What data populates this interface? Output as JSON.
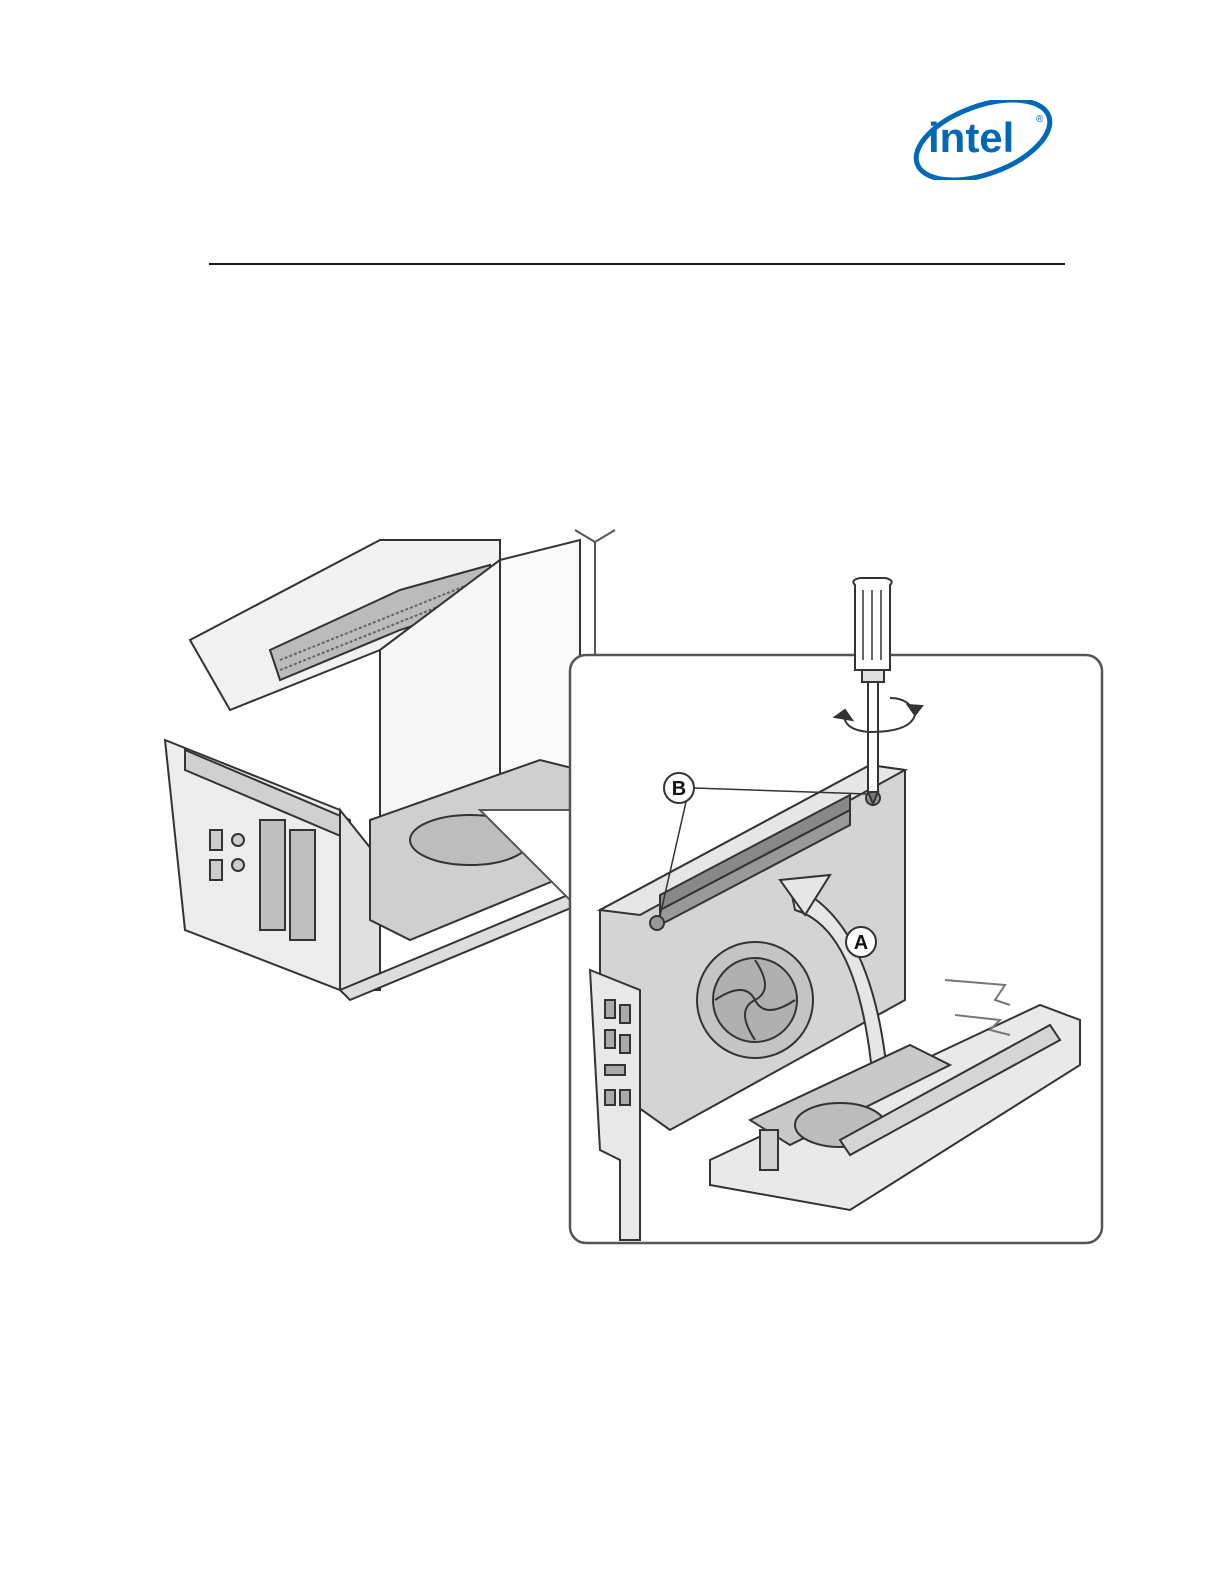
{
  "header": {
    "logo_text": "intel",
    "logo_registered_mark": "®",
    "brand_color": "#0068B5"
  },
  "figure": {
    "description_icons": [
      "computer-chassis",
      "graphics-card",
      "screwdriver",
      "rotation-arrow"
    ],
    "callouts": {
      "a": "A",
      "b": "B"
    },
    "line_color": "#333333",
    "fill_color": "#d9d9d9"
  }
}
